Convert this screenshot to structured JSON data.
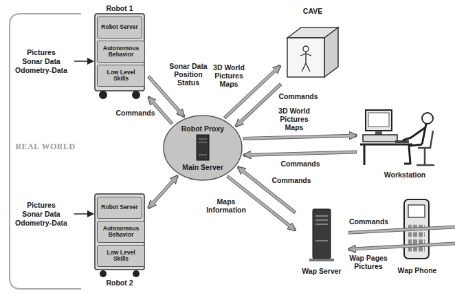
{
  "diagram": {
    "nodes": [
      {
        "text": [
          "Robot 1"
        ]
      },
      {
        "text": [
          "Robot Server"
        ],
        "in": 0
      },
      {
        "text": [
          "Autonomous Behavior"
        ],
        "in": 0
      },
      {
        "text": [
          "Low Level Skills"
        ],
        "in": 0
      },
      {
        "text": [
          "CAVE"
        ]
      },
      {
        "text": [
          "Robot Proxy",
          "Main Server"
        ]
      },
      {
        "text": [
          "Workstation"
        ]
      },
      {
        "text": [
          "Robot 2"
        ]
      },
      {
        "text": [
          "Robot Server"
        ],
        "in": 7
      },
      {
        "text": [
          "Autonomous Behavior"
        ],
        "in": 7
      },
      {
        "text": [
          "Low Level Skills"
        ],
        "in": 7
      },
      {
        "text": [
          "Wap Server"
        ]
      },
      {
        "text": [
          "Wap Phone"
        ]
      }
    ],
    "edges": [
      {
        "from": 0,
        "to": 5,
        "label": "Sonar Data Position Status",
        "arrow": "to"
      },
      {
        "from": 5,
        "to": 0,
        "label": "Commands",
        "arrow": "to"
      },
      {
        "from": 5,
        "to": 4,
        "label": "3D World Pictures Maps",
        "arrow": "to"
      },
      {
        "from": 4,
        "to": 5,
        "label": "Commands",
        "arrow": "to"
      },
      {
        "from": 5,
        "to": 6,
        "label": "3D World Pictures Maps",
        "arrow": "to"
      },
      {
        "from": 6,
        "to": 5,
        "label": "Commands",
        "arrow": "to"
      },
      {
        "from": 7,
        "to": 5,
        "arrow": "both"
      },
      {
        "from": 11,
        "to": 5,
        "label": "Commands",
        "arrow": "to"
      },
      {
        "from": 5,
        "to": 11,
        "label": "Maps Information",
        "arrow": "to"
      },
      {
        "from": 11,
        "to": 12,
        "label": "Commands",
        "arrow": "to"
      },
      {
        "from": 12,
        "to": 11,
        "label": "Wap Pages Pictures",
        "arrow": "to"
      }
    ],
    "labels": [
      "Pictures",
      "Sonar Data",
      "Odometry-Data",
      "REAL WORLD",
      "Pictures",
      "Sonar Data",
      "Odometry-Data"
    ]
  }
}
